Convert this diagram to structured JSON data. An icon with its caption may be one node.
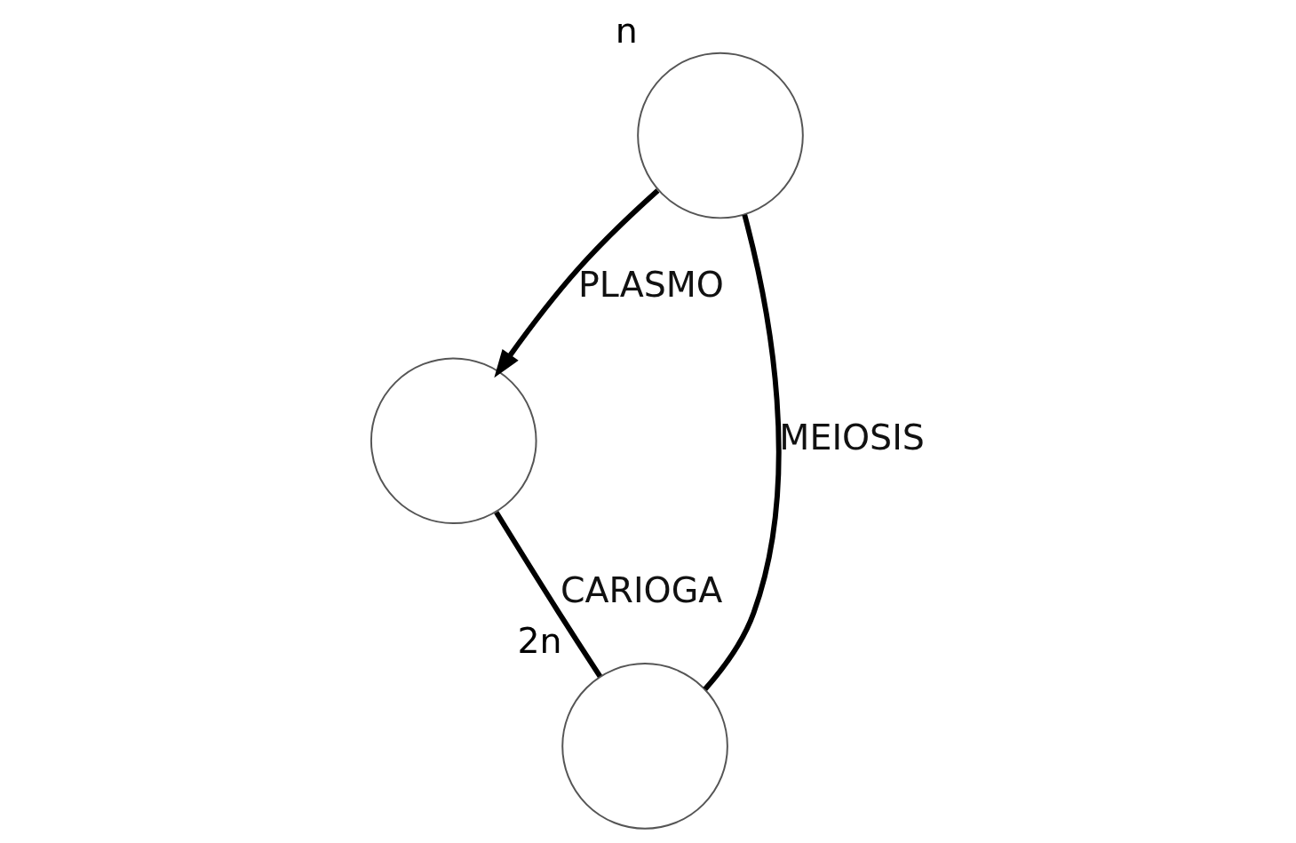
{
  "diagram": {
    "nodes": [
      {
        "text": [],
        "shape": "circle",
        "beside": [
          "n"
        ]
      },
      {
        "text": [],
        "shape": "circle"
      },
      {
        "text": [],
        "shape": "circle",
        "beside": [
          "2n"
        ]
      }
    ],
    "edges": [
      {
        "from": 0,
        "to": 1,
        "arrow": "to",
        "label": "PLASMO"
      },
      {
        "from": 1,
        "to": 2,
        "arrow": "none",
        "label": "CARIOGA"
      },
      {
        "from": 2,
        "to": 0,
        "arrow": "none",
        "label": "MEIOSIS"
      }
    ]
  }
}
